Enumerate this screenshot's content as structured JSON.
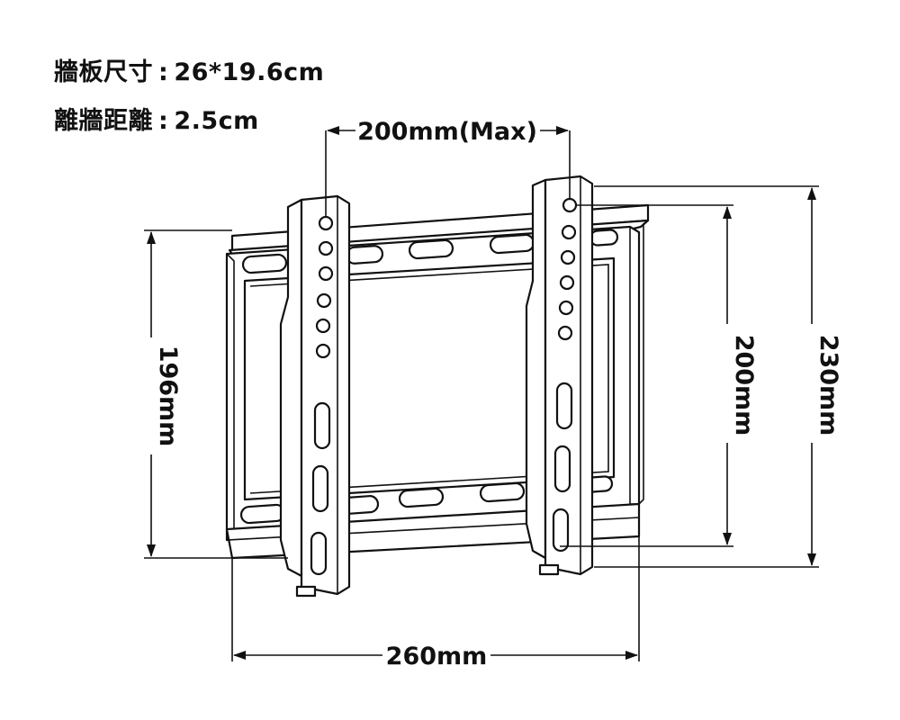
{
  "specs": [
    {
      "label": "牆板尺寸",
      "value": "26*19.6cm"
    },
    {
      "label": "離牆距離",
      "value": "2.5cm"
    }
  ],
  "dimensions": {
    "top_width": "200mm(Max)",
    "bottom_width": "260mm",
    "left_height": "196mm",
    "right_inner_height": "200mm",
    "right_outer_height": "230mm"
  }
}
